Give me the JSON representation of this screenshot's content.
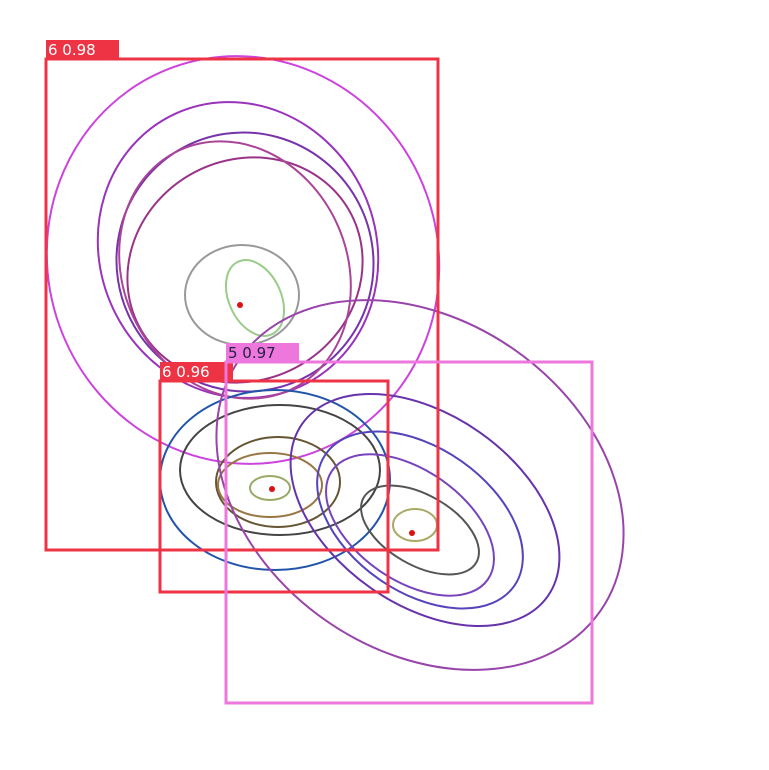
{
  "colors": {
    "class6": "#ee3344",
    "class5": "#ee77dd",
    "label_text_light": "#ffffff",
    "label_text_dark": "#222244",
    "center_dot": "#dd1111"
  },
  "detections": [
    {
      "class_id": "6",
      "score": "0.98",
      "label": "6  0.98",
      "color_key": "class6"
    },
    {
      "class_id": "6",
      "score": "0.96",
      "label": "6  0.96",
      "color_key": "class6"
    },
    {
      "class_id": "5",
      "score": "0.97",
      "label": "5  0.97",
      "color_key": "class5"
    }
  ],
  "contour_groups": [
    {
      "name": "upper-left-blob"
    },
    {
      "name": "center-blob"
    },
    {
      "name": "lower-right-blob"
    }
  ]
}
